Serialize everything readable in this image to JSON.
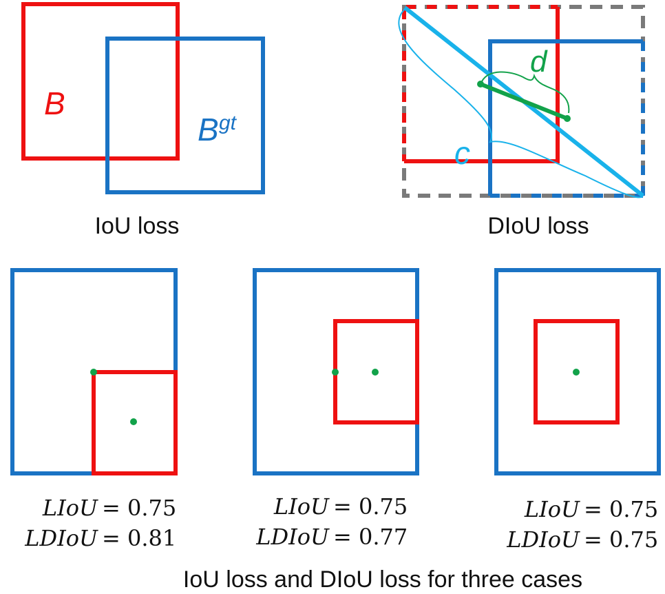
{
  "colors": {
    "pred_box": "#ee1111",
    "gt_box": "#1a73c4",
    "enclosing_box": "#7a7a7a",
    "diagonal": "#19b2ea",
    "center_distance": "#12a24a"
  },
  "iou_panel": {
    "pred_label": "B",
    "gt_label_base": "B",
    "gt_label_sup": "gt",
    "caption": "IoU loss"
  },
  "diou_panel": {
    "distance_label": "d",
    "diagonal_label": "c",
    "caption": "DIoU loss"
  },
  "cases": [
    {
      "liou_label": "LIoU",
      "liou_value": "= 0.75",
      "ldiou_label": "LDIoU",
      "ldiou_value": "= 0.81"
    },
    {
      "liou_label": "LIoU",
      "liou_value": "= 0.75",
      "ldiou_label": "LDIoU",
      "ldiou_value": "= 0.77"
    },
    {
      "liou_label": "LIoU",
      "liou_value": "= 0.75",
      "ldiou_label": "LDIoU",
      "ldiou_value": "= 0.75"
    }
  ],
  "footer_caption": "IoU loss and DIoU loss for three cases"
}
